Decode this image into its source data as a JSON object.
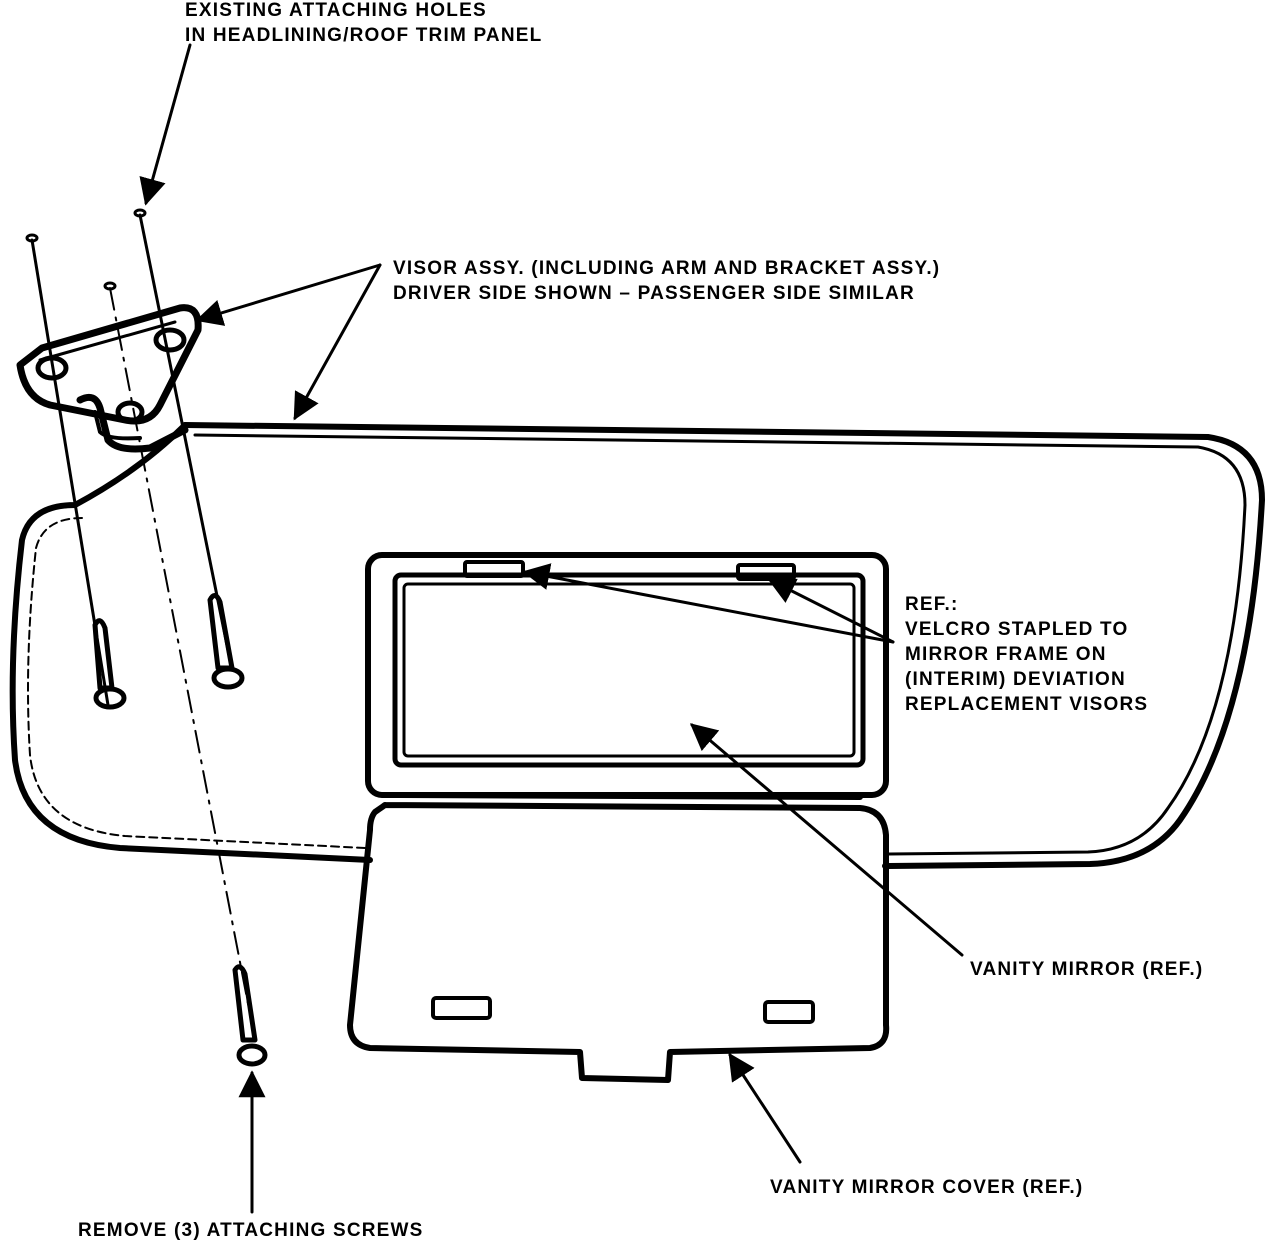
{
  "labels": {
    "holes": [
      "EXISTING ATTACHING HOLES",
      "IN HEADLINING/ROOF TRIM PANEL"
    ],
    "visor": [
      "VISOR ASSY. (INCLUDING ARM AND BRACKET ASSY.)",
      "DRIVER SIDE SHOWN – PASSENGER SIDE SIMILAR"
    ],
    "velcro": [
      "REF.:",
      "VELCRO STAPLED TO",
      "MIRROR FRAME ON",
      "(INTERIM) DEVIATION",
      "REPLACEMENT VISORS"
    ],
    "vanity_mirror": "VANITY MIRROR (REF.)",
    "vanity_cover": "VANITY MIRROR COVER (REF.)",
    "screws": "REMOVE (3) ATTACHING SCREWS"
  },
  "colors": {
    "ink": "#000000",
    "paper": "#ffffff"
  }
}
